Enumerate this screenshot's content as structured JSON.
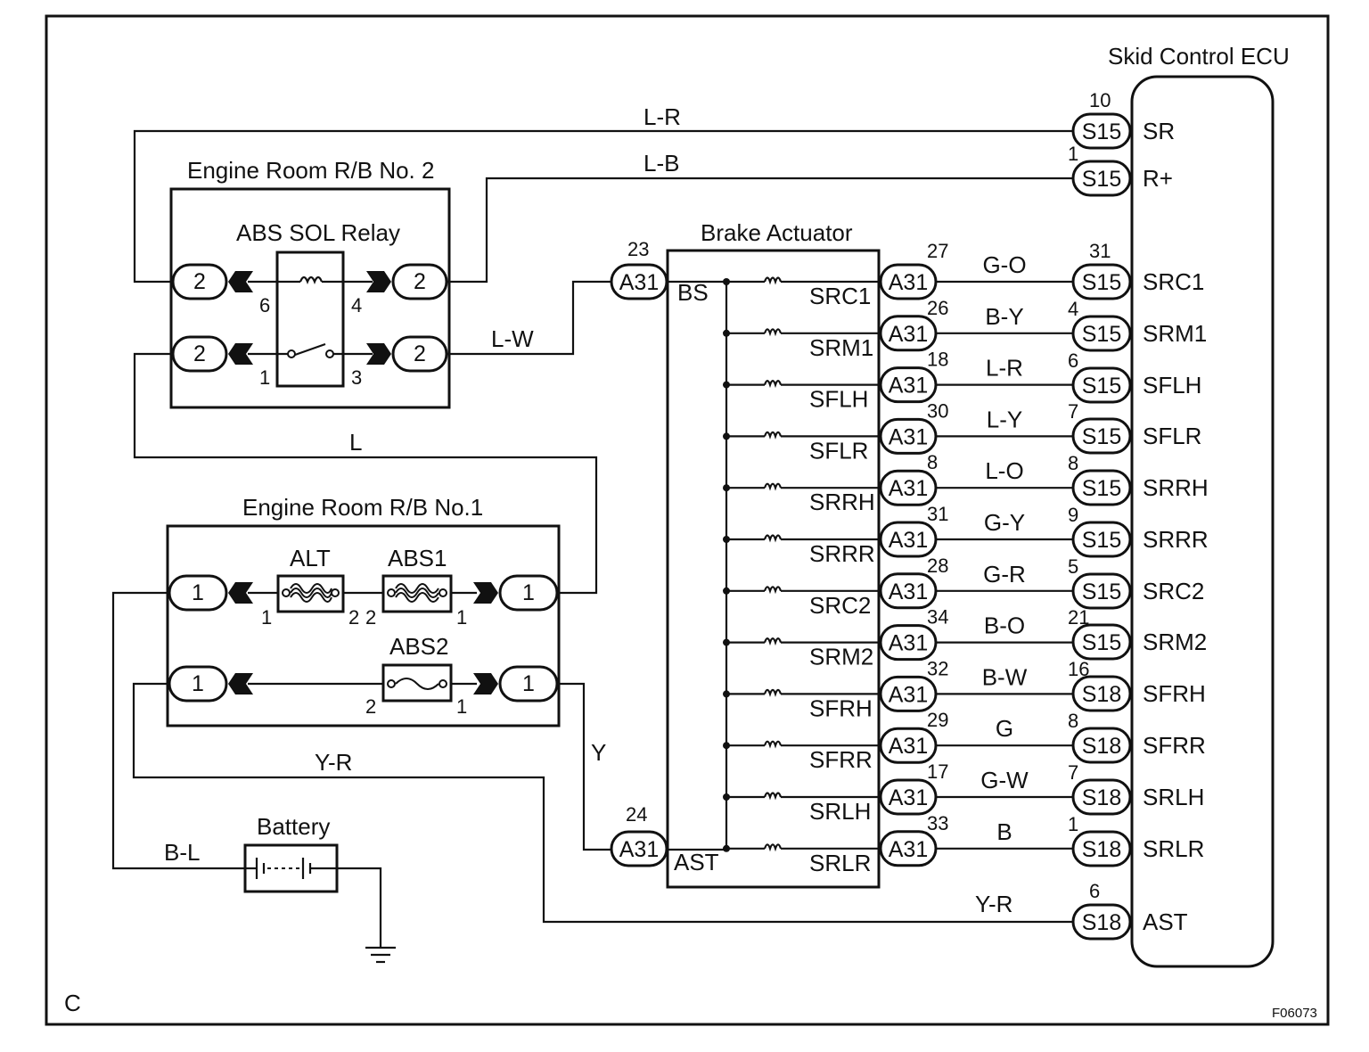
{
  "figure_id": "F06073",
  "corner_mark": "C",
  "ecu": {
    "title": "Skid Control ECU",
    "terminals": [
      {
        "pin": "10",
        "connector": "S15",
        "name": "SR"
      },
      {
        "pin": "1",
        "connector": "S15",
        "name": "R+"
      },
      {
        "pin": "31",
        "connector": "S15",
        "name": "SRC1"
      },
      {
        "pin": "4",
        "connector": "S15",
        "name": "SRM1"
      },
      {
        "pin": "6",
        "connector": "S15",
        "name": "SFLH"
      },
      {
        "pin": "7",
        "connector": "S15",
        "name": "SFLR"
      },
      {
        "pin": "8",
        "connector": "S15",
        "name": "SRRH"
      },
      {
        "pin": "9",
        "connector": "S15",
        "name": "SRRR"
      },
      {
        "pin": "5",
        "connector": "S15",
        "name": "SRC2"
      },
      {
        "pin": "21",
        "connector": "S15",
        "name": "SRM2"
      },
      {
        "pin": "16",
        "connector": "S18",
        "name": "SFRH"
      },
      {
        "pin": "8",
        "connector": "S18",
        "name": "SFRR"
      },
      {
        "pin": "7",
        "connector": "S18",
        "name": "SRLH"
      },
      {
        "pin": "1",
        "connector": "S18",
        "name": "SRLR"
      },
      {
        "pin": "6",
        "connector": "S18",
        "name": "AST"
      }
    ]
  },
  "actuator": {
    "title": "Brake Actuator",
    "bs_pin": "23",
    "bs_connector": "A31",
    "bs_label": "BS",
    "ast_pin": "24",
    "ast_connector": "A31",
    "ast_label": "AST",
    "solenoids": [
      {
        "name": "SRC1",
        "pin": "27",
        "connector": "A31",
        "wire": "G-O"
      },
      {
        "name": "SRM1",
        "pin": "26",
        "connector": "A31",
        "wire": "B-Y"
      },
      {
        "name": "SFLH",
        "pin": "18",
        "connector": "A31",
        "wire": "L-R"
      },
      {
        "name": "SFLR",
        "pin": "30",
        "connector": "A31",
        "wire": "L-Y"
      },
      {
        "name": "SRRH",
        "pin": "8",
        "connector": "A31",
        "wire": "L-O"
      },
      {
        "name": "SRRR",
        "pin": "31",
        "connector": "A31",
        "wire": "G-Y"
      },
      {
        "name": "SRC2",
        "pin": "28",
        "connector": "A31",
        "wire": "G-R"
      },
      {
        "name": "SRM2",
        "pin": "34",
        "connector": "A31",
        "wire": "B-O"
      },
      {
        "name": "SFRH",
        "pin": "32",
        "connector": "A31",
        "wire": "B-W"
      },
      {
        "name": "SFRR",
        "pin": "29",
        "connector": "A31",
        "wire": "G"
      },
      {
        "name": "SRLH",
        "pin": "17",
        "connector": "A31",
        "wire": "G-W"
      },
      {
        "name": "SRLR",
        "pin": "33",
        "connector": "A31",
        "wire": "B"
      }
    ]
  },
  "rb2": {
    "title": "Engine Room R/B No. 2",
    "relay_title": "ABS SOL Relay",
    "connector": "2",
    "relay_pins": [
      "6",
      "4",
      "1",
      "3"
    ]
  },
  "rb1": {
    "title": "Engine Room R/B No.1",
    "connector": "1",
    "fuses": {
      "alt": {
        "name": "ALT",
        "pin_left": "1",
        "pin_right": "2"
      },
      "abs1": {
        "name": "ABS1",
        "pin_left": "2",
        "pin_right": "1"
      },
      "abs2": {
        "name": "ABS2",
        "pin_left": "2",
        "pin_right": "1"
      }
    }
  },
  "battery": {
    "title": "Battery"
  },
  "wires": {
    "sr": "L-R",
    "rplus": "L-B",
    "bs": "L-W",
    "rb_link": "L",
    "ast_actuator": "Y",
    "ast_ecu_a": "Y-R",
    "ast_ecu_b": "Y-R",
    "battery": "B-L"
  }
}
